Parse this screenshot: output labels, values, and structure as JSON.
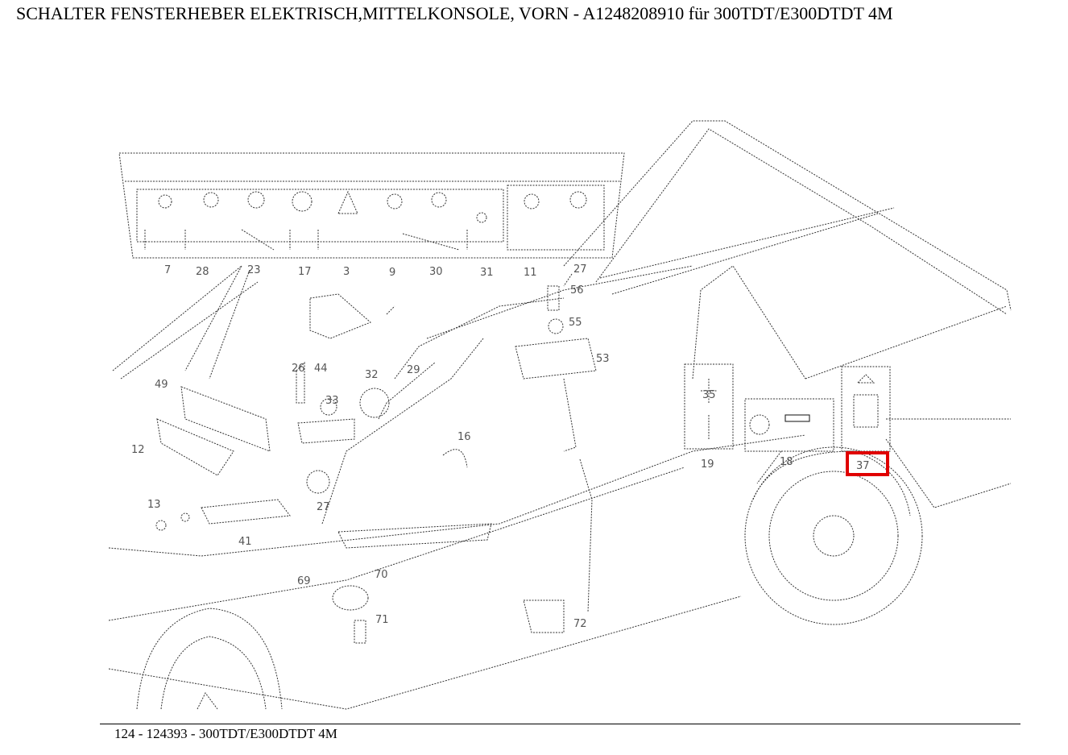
{
  "header": {
    "title": "SCHALTER FENSTERHEBER ELEKTRISCH,MITTELKONSOLE, VORN - A1248208910 für 300TDT/E300DTDT 4M"
  },
  "diagram": {
    "callouts": [
      "7",
      "28",
      "23",
      "17",
      "3",
      "9",
      "30",
      "31",
      "11",
      "27",
      "56",
      "55",
      "53",
      "26",
      "44",
      "32",
      "33",
      "29",
      "49",
      "12",
      "13",
      "41",
      "27",
      "16",
      "69",
      "70",
      "71",
      "72",
      "19",
      "18",
      "35",
      "37"
    ],
    "highlighted_callout": "37",
    "highlight_color": "#e00000"
  },
  "footer": {
    "text": "124 - 124393 - 300TDT/E300DTDT 4M"
  }
}
